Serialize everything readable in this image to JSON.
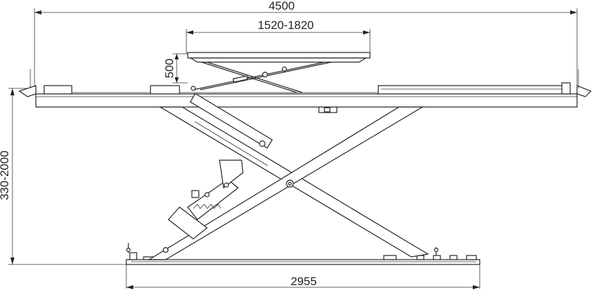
{
  "dimensions": {
    "overall_length": "4500",
    "aux_platform_length": "1520-1820",
    "aux_lift_height": "500",
    "lift_height_range": "330-2000",
    "base_length": "2955"
  },
  "colors": {
    "line": "#222222",
    "background": "#ffffff"
  }
}
